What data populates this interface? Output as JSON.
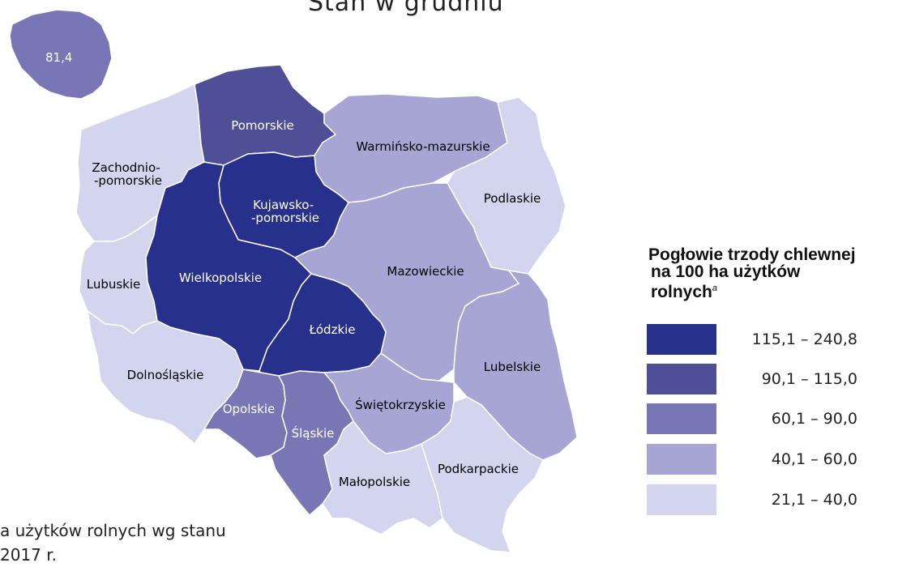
{
  "map": {
    "title": "Stan  w  grudniu",
    "legend_title_line1": "Pogłowie trzody chlewnej",
    "legend_title_line2": "na 100 ha użytków",
    "legend_title_line3": "rolnych",
    "legend_title_sup": "a",
    "legend": [
      {
        "label": "115,1 – 240,8",
        "color": "#27308a"
      },
      {
        "label": "90,1 – 115,0",
        "color": "#4f4f98"
      },
      {
        "label": "60,1 – 90,0",
        "color": "#7876b4"
      },
      {
        "label": "40,1 – 60,0",
        "color": "#a6a5d4"
      },
      {
        "label": "21,1 – 40,0",
        "color": "#d3d4ee"
      }
    ],
    "poland_total_value": "81,4",
    "poland_total_color": "#7876b4",
    "regions": [
      {
        "id": "zachodniopomorskie",
        "label_line1": "Zachodnio-",
        "label_line2": "-pomorskie",
        "color": "#d3d4ee"
      },
      {
        "id": "pomorskie",
        "label_line1": "Pomorskie",
        "label_line2": "",
        "color": "#4f4f98"
      },
      {
        "id": "warminsko-mazurskie",
        "label_line1": "Warmińsko-mazurskie",
        "label_line2": "",
        "color": "#a6a5d4"
      },
      {
        "id": "podlaskie",
        "label_line1": "Podlaskie",
        "label_line2": "",
        "color": "#d3d4ee"
      },
      {
        "id": "kujawsko-pomorskie",
        "label_line1": "Kujawsko-",
        "label_line2": "-pomorskie",
        "color": "#27308a"
      },
      {
        "id": "lubuskie",
        "label_line1": "Lubuskie",
        "label_line2": "",
        "color": "#d3d4ee"
      },
      {
        "id": "wielkopolskie",
        "label_line1": "Wielkopolskie",
        "label_line2": "",
        "color": "#27308a"
      },
      {
        "id": "mazowieckie",
        "label_line1": "Mazowieckie",
        "label_line2": "",
        "color": "#a6a5d4"
      },
      {
        "id": "lodzkie",
        "label_line1": "Łódzkie",
        "label_line2": "",
        "color": "#27308a"
      },
      {
        "id": "lubelskie",
        "label_line1": "Lubelskie",
        "label_line2": "",
        "color": "#a6a5d4"
      },
      {
        "id": "dolnoslaskie",
        "label_line1": "Dolnośląskie",
        "label_line2": "",
        "color": "#d3d4ee"
      },
      {
        "id": "opolskie",
        "label_line1": "Opolskie",
        "label_line2": "",
        "color": "#7876b4"
      },
      {
        "id": "slaskie",
        "label_line1": "Śląskie",
        "label_line2": "",
        "color": "#7876b4"
      },
      {
        "id": "swietokrzyskie",
        "label_line1": "Świętokrzyskie",
        "label_line2": "",
        "color": "#a6a5d4"
      },
      {
        "id": "malopolskie",
        "label_line1": "Małopolskie",
        "label_line2": "",
        "color": "#d3d4ee"
      },
      {
        "id": "podkarpackie",
        "label_line1": "Podkarpackie",
        "label_line2": "",
        "color": "#d3d4ee"
      }
    ],
    "footnote_line1": "a użytków rolnych wg stanu",
    "footnote_line2": "2017 r."
  }
}
